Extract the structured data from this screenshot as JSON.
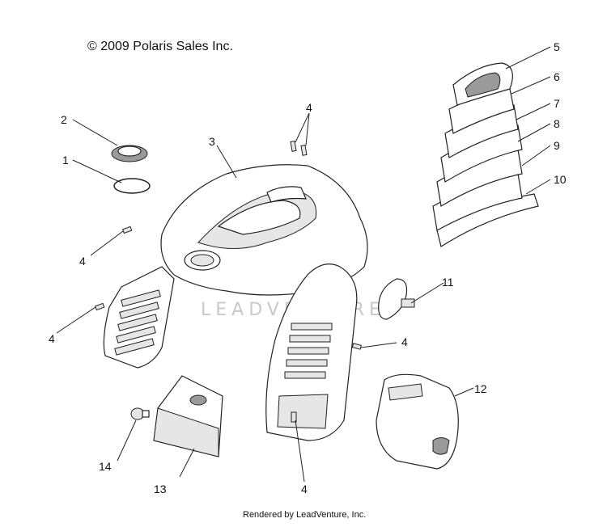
{
  "header": {
    "copyright": "© 2009 Polaris Sales Inc."
  },
  "watermark": {
    "text": "LEADVENTURE"
  },
  "footer": {
    "credit": "Rendered by LeadVenture, Inc."
  },
  "callouts": {
    "c1": "1",
    "c2": "2",
    "c3": "3",
    "c4a": "4",
    "c4b": "4",
    "c4c": "4",
    "c4d": "4",
    "c4e": "4",
    "c5": "5",
    "c6": "6",
    "c7": "7",
    "c8": "8",
    "c9": "9",
    "c10": "10",
    "c11": "11",
    "c12": "12",
    "c13": "13",
    "c14": "14"
  }
}
